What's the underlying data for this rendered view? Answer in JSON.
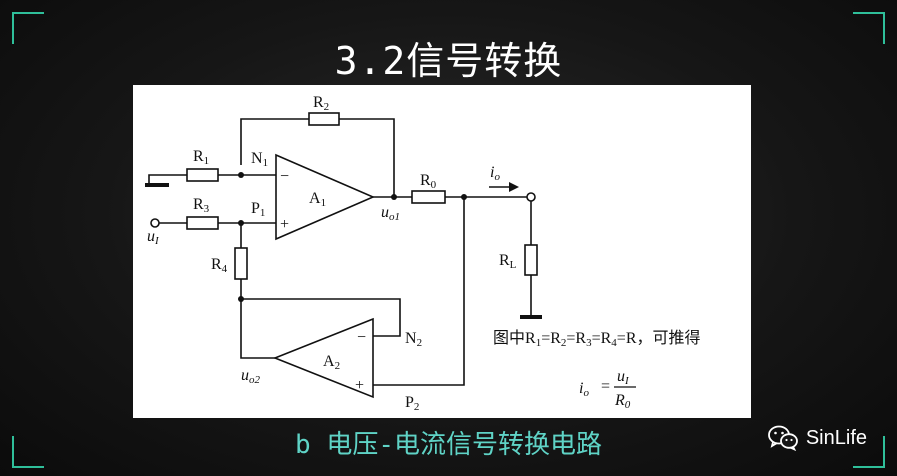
{
  "title": "3.2信号转换",
  "caption": "b 电压-电流信号转换电路",
  "brand": {
    "name": "SinLife",
    "icon": "wechat-icon"
  },
  "accent_color": "#2fbf9a",
  "caption_color": "#5fd3c6",
  "circuit": {
    "labels": {
      "r1": "R",
      "r1_sub": "1",
      "r2": "R",
      "r2_sub": "2",
      "r3": "R",
      "r3_sub": "3",
      "r4": "R",
      "r4_sub": "4",
      "r0": "R",
      "r0_sub": "0",
      "rl": "R",
      "rl_sub": "L",
      "n1": "N",
      "n1_sub": "1",
      "p1": "P",
      "p1_sub": "1",
      "n2": "N",
      "n2_sub": "2",
      "p2": "P",
      "p2_sub": "2",
      "a1": "A",
      "a1_sub": "1",
      "a2": "A",
      "a2_sub": "2",
      "uo1": "u",
      "uo1_sub": "o1",
      "uo2": "u",
      "uo2_sub": "o2",
      "ui": "u",
      "ui_sub": "I",
      "io": "i",
      "io_sub": "o",
      "minus": "−",
      "plus": "+"
    },
    "note": {
      "prefix": "图中R",
      "s1": "1",
      "eq1": "=R",
      "s2": "2",
      "eq2": "=R",
      "s3": "3",
      "eq3": "=R",
      "s4": "4",
      "suffix": "=R，可推得"
    },
    "formula": {
      "lhs": "i",
      "lhs_sub": "o",
      "eq": "=",
      "num": "u",
      "num_sub": "I",
      "den": "R",
      "den_sub": "0"
    }
  }
}
